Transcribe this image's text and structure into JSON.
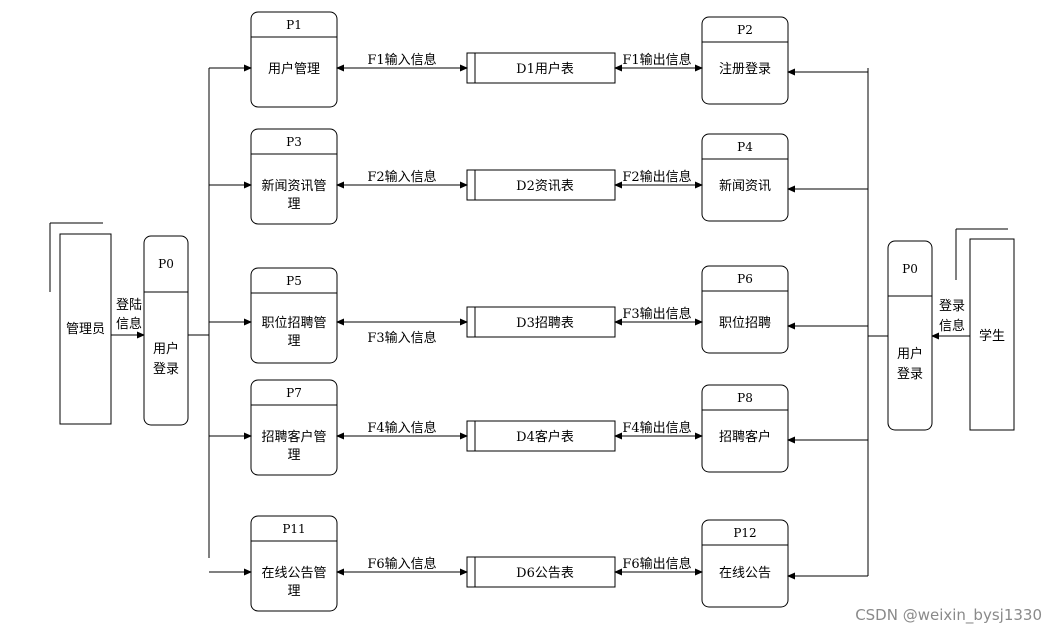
{
  "entities": {
    "admin": "管理员",
    "student": "学生"
  },
  "login_left": {
    "id": "P0",
    "label_lines": [
      "用户",
      "登录"
    ],
    "flow_lines": [
      "登陆",
      "信息"
    ]
  },
  "login_right": {
    "id": "P0",
    "label_lines": [
      "用户",
      "登录"
    ],
    "flow_lines": [
      "登录",
      "信息"
    ]
  },
  "rows": [
    {
      "left": {
        "id": "P1",
        "lines": [
          "用户管理"
        ]
      },
      "store": "D1用户表",
      "in_flow": "F1输入信息",
      "out_flow": "F1输出信息",
      "right": {
        "id": "P2",
        "lines": [
          "注册登录"
        ]
      }
    },
    {
      "left": {
        "id": "P3",
        "lines": [
          "新闻资讯管",
          "理"
        ]
      },
      "store": "D2资讯表",
      "in_flow": "F2输入信息",
      "out_flow": "F2输出信息",
      "right": {
        "id": "P4",
        "lines": [
          "新闻资讯"
        ]
      }
    },
    {
      "left": {
        "id": "P5",
        "lines": [
          "职位招聘管",
          "理"
        ]
      },
      "store": "D3招聘表",
      "in_flow": "F3输入信息",
      "out_flow": "F3输出信息",
      "right": {
        "id": "P6",
        "lines": [
          "职位招聘"
        ]
      }
    },
    {
      "left": {
        "id": "P7",
        "lines": [
          "招聘客户管",
          "理"
        ]
      },
      "store": "D4客户表",
      "in_flow": "F4输入信息",
      "out_flow": "F4输出信息",
      "right": {
        "id": "P8",
        "lines": [
          "招聘客户"
        ]
      }
    },
    {
      "left": {
        "id": "P11",
        "lines": [
          "在线公告管",
          "理"
        ]
      },
      "store": "D6公告表",
      "in_flow": "F6输入信息",
      "out_flow": "F6输出信息",
      "right": {
        "id": "P12",
        "lines": [
          "在线公告"
        ]
      }
    }
  ],
  "watermark": "CSDN @weixin_bysj1330"
}
